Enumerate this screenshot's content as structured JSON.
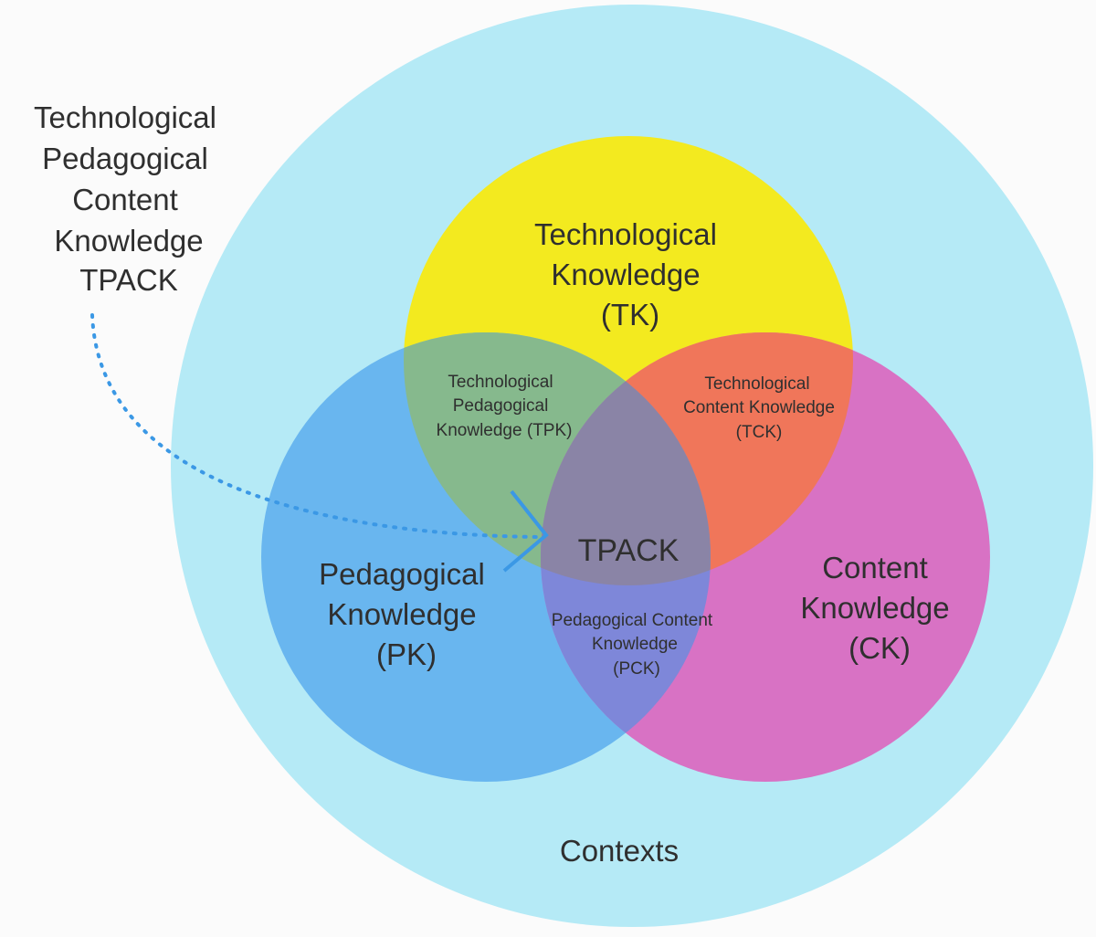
{
  "colors": {
    "background": "#fbfbfb",
    "contexts": "#b5eaf6",
    "technological": "#f3ea1f",
    "pedagogical": "#69b6ef",
    "content": "#d872c4",
    "tpk": "#86b98d",
    "tck": "#f0765a",
    "pck": "#7e87d9",
    "tpack": "#8a84a6",
    "arrow": "#3b98e5"
  },
  "contexts": {
    "label": "Contexts"
  },
  "tk": {
    "line1": "Technological",
    "line2": "Knowledge",
    "line3": "(TK)"
  },
  "pk": {
    "line1": "Pedagogical",
    "line2": "Knowledge",
    "line3": "(PK)"
  },
  "ck": {
    "line1": "Content",
    "line2": "Knowledge",
    "line3": "(CK)"
  },
  "tpk": {
    "line1": "Technological",
    "line2": "Pedagogical",
    "line3": "Knowledge (TPK)"
  },
  "tck": {
    "line1": "Technological",
    "line2": "Content Knowledge",
    "line3": "(TCK)"
  },
  "pck": {
    "line1": "Pedagogical Content",
    "line2": "Knowledge",
    "line3": "(PCK)"
  },
  "tpack": {
    "label": "TPACK"
  },
  "side_label": {
    "line1": "Technological",
    "line2": "Pedagogical",
    "line3": "Content",
    "line4": "Knowledge",
    "line5": "TPACK"
  }
}
